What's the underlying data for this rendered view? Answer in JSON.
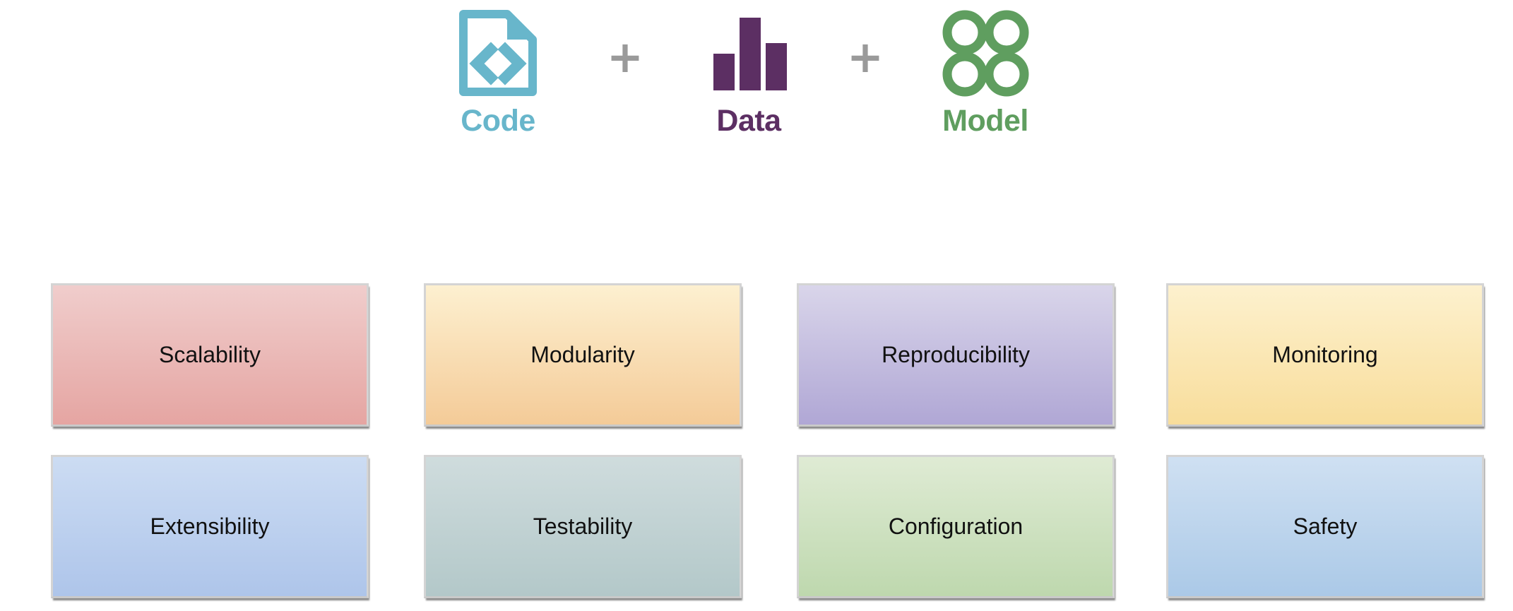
{
  "banner": {
    "pillars": [
      {
        "id": "code",
        "label": "Code",
        "icon": "code-file-icon",
        "color": "#68b6cb"
      },
      {
        "id": "data",
        "label": "Data",
        "icon": "bar-chart-icon",
        "color": "#5c2f63"
      },
      {
        "id": "model",
        "label": "Model",
        "icon": "four-circles-icon",
        "color": "#5f9e5f"
      }
    ],
    "separators": [
      {
        "id": "plus-1",
        "glyph": "+",
        "color": "#9a9a9a"
      },
      {
        "id": "plus-2",
        "glyph": "+",
        "color": "#9a9a9a"
      }
    ]
  },
  "grid": {
    "rows": [
      {
        "cells": [
          {
            "label": "Scalability",
            "top": "#f0cdcc",
            "bottom": "#e5a5a2"
          },
          {
            "label": "Modularity",
            "top": "#fdf0d0",
            "bottom": "#f4cb98"
          },
          {
            "label": "Reproducibility",
            "top": "#d9d5ea",
            "bottom": "#b0a7d5"
          },
          {
            "label": "Monitoring",
            "top": "#fdf1ce",
            "bottom": "#f8dd9b"
          }
        ]
      },
      {
        "cells": [
          {
            "label": "Extensibility",
            "top": "#ccdcf3",
            "bottom": "#aec5ea"
          },
          {
            "label": "Testability",
            "top": "#cfdcdd",
            "bottom": "#b3c8c9"
          },
          {
            "label": "Configuration",
            "top": "#dfebd4",
            "bottom": "#bed8ae"
          },
          {
            "label": "Safety",
            "top": "#cfe0f2",
            "bottom": "#abc9e7"
          }
        ]
      }
    ]
  },
  "chart_icon_data": {
    "type": "bar",
    "bars": [
      38,
      100,
      62
    ],
    "color": "#5c2f63"
  }
}
